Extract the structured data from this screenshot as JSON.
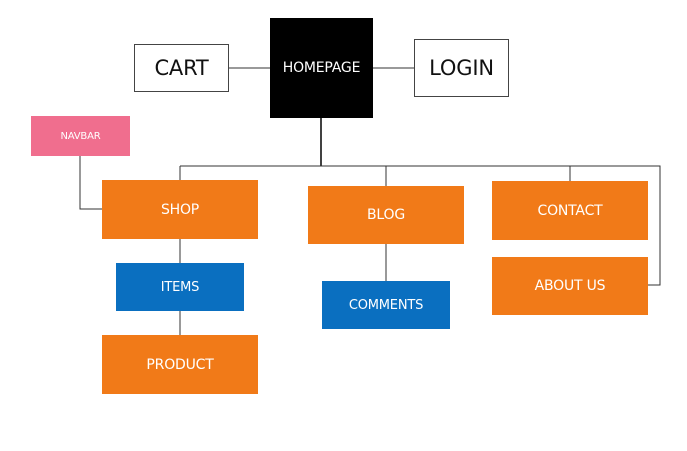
{
  "colors": {
    "root": "#000000",
    "orange": "#F17A18",
    "blue": "#0A6FC0",
    "pink": "#F06E8E",
    "line": "#333333"
  },
  "nodes": {
    "homepage": "HOMEPAGE",
    "cart": "CART",
    "login": "LOGIN",
    "navbar": "NAVBAR",
    "shop": "SHOP",
    "items": "ITEMS",
    "product": "PRODUCT",
    "blog": "BLOG",
    "comments": "COMMENTS",
    "contact": "CONTACT",
    "about_us": "ABOUT US"
  }
}
